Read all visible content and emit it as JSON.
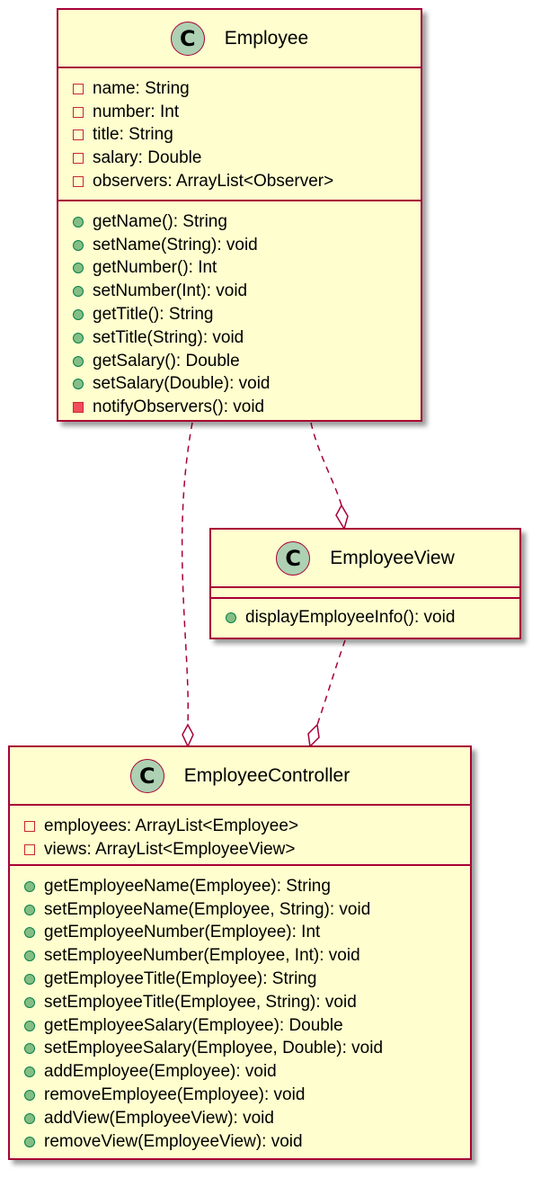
{
  "diagram": {
    "colors": {
      "class_fill": "#FEFECE",
      "class_border": "#A80036",
      "badge_fill": "#ADD1B2",
      "relation_line": "#A80036",
      "public_marker": "#84BE84",
      "private_marker": "#C82930"
    },
    "employee": {
      "stereotype": "C",
      "name": "Employee",
      "fields": [
        {
          "vis": "private",
          "text": "name: String"
        },
        {
          "vis": "private",
          "text": "number: Int"
        },
        {
          "vis": "private",
          "text": "title: String"
        },
        {
          "vis": "private",
          "text": "salary: Double"
        },
        {
          "vis": "private",
          "text": "observers: ArrayList<Observer>"
        }
      ],
      "methods": [
        {
          "vis": "public",
          "text": "getName(): String"
        },
        {
          "vis": "public",
          "text": "setName(String): void"
        },
        {
          "vis": "public",
          "text": "getNumber(): Int"
        },
        {
          "vis": "public",
          "text": "setNumber(Int): void"
        },
        {
          "vis": "public",
          "text": "getTitle(): String"
        },
        {
          "vis": "public",
          "text": "setTitle(String): void"
        },
        {
          "vis": "public",
          "text": "getSalary(): Double"
        },
        {
          "vis": "public",
          "text": "setSalary(Double): void"
        },
        {
          "vis": "private",
          "text": "notifyObservers(): void"
        }
      ]
    },
    "employee_view": {
      "stereotype": "C",
      "name": "EmployeeView",
      "fields": [],
      "methods": [
        {
          "vis": "public",
          "text": "displayEmployeeInfo(): void"
        }
      ]
    },
    "employee_controller": {
      "stereotype": "C",
      "name": "EmployeeController",
      "fields": [
        {
          "vis": "private",
          "text": "employees: ArrayList<Employee>"
        },
        {
          "vis": "private",
          "text": "views: ArrayList<EmployeeView>"
        }
      ],
      "methods": [
        {
          "vis": "public",
          "text": "getEmployeeName(Employee): String"
        },
        {
          "vis": "public",
          "text": "setEmployeeName(Employee, String): void"
        },
        {
          "vis": "public",
          "text": "getEmployeeNumber(Employee): Int"
        },
        {
          "vis": "public",
          "text": "setEmployeeNumber(Employee, Int): void"
        },
        {
          "vis": "public",
          "text": "getEmployeeTitle(Employee): String"
        },
        {
          "vis": "public",
          "text": "setEmployeeTitle(Employee, String): void"
        },
        {
          "vis": "public",
          "text": "getEmployeeSalary(Employee): Double"
        },
        {
          "vis": "public",
          "text": "setEmployeeSalary(Employee, Double): void"
        },
        {
          "vis": "public",
          "text": "addEmployee(Employee): void"
        },
        {
          "vis": "public",
          "text": "removeEmployee(Employee): void"
        },
        {
          "vis": "public",
          "text": "addView(EmployeeView): void"
        },
        {
          "vis": "public",
          "text": "removeView(EmployeeView): void"
        }
      ]
    },
    "relations": [
      {
        "from": "Employee",
        "to": "EmployeeView",
        "type": "aggregation",
        "style": "dashed"
      },
      {
        "from": "Employee",
        "to": "EmployeeController",
        "type": "aggregation",
        "style": "dashed"
      },
      {
        "from": "EmployeeView",
        "to": "EmployeeController",
        "type": "aggregation",
        "style": "dashed"
      }
    ]
  }
}
